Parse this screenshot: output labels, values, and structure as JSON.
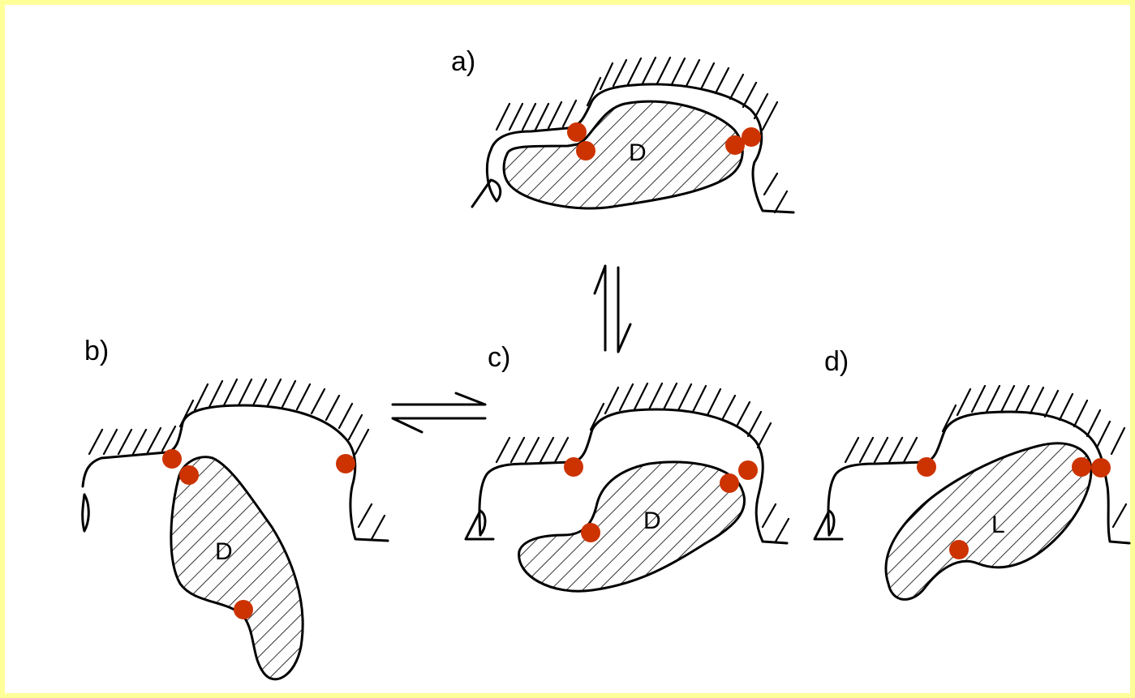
{
  "colors": {
    "background": "#ffff99",
    "binding_site": "#cc3300"
  },
  "panels": [
    {
      "label": "a)",
      "molecule": "D"
    },
    {
      "label": "b)",
      "molecule": "D"
    },
    {
      "label": "c)",
      "molecule": "D"
    },
    {
      "label": "d)",
      "molecule": "L"
    }
  ],
  "equilibria": [
    {
      "between": [
        "a)",
        "c)"
      ],
      "symbol": "equilibrium-vertical"
    },
    {
      "between": [
        "b)",
        "c)"
      ],
      "symbol": "equilibrium-horizontal"
    }
  ]
}
